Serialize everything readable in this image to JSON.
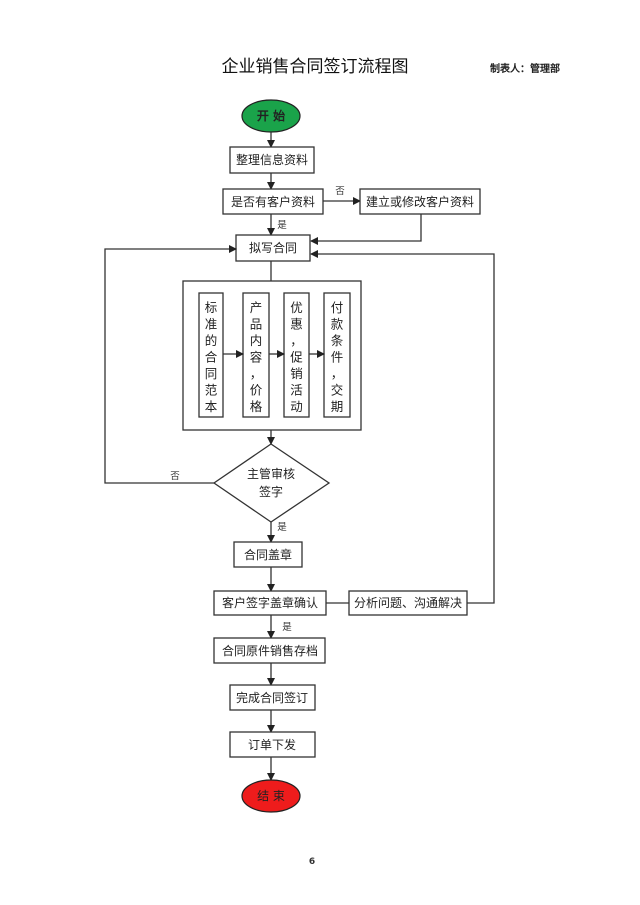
{
  "header": {
    "title": "企业销售合同签订流程图",
    "maker": "制表人：管理部"
  },
  "colors": {
    "start": "#1aa34a",
    "end": "#ee1c1c",
    "stroke": "#333333"
  },
  "nodes": {
    "start": "开 始",
    "organize_info": "整理信息资料",
    "has_client_info": "是否有客户资料",
    "create_client_info": "建立或修改客户资料",
    "draft_contract": "拟写合同",
    "sub_steps": [
      {
        "chars": [
          "标",
          "准",
          "的",
          "合",
          "同",
          "范",
          "本"
        ]
      },
      {
        "chars": [
          "产",
          "品",
          "内",
          "容",
          "，",
          "价",
          "格"
        ]
      },
      {
        "chars": [
          "优",
          "惠",
          "，",
          "促",
          "销",
          "活",
          "动"
        ]
      },
      {
        "chars": [
          "付",
          "款",
          "条",
          "件",
          "，",
          "交",
          "期"
        ]
      }
    ],
    "manager_review_line1": "主管审核",
    "manager_review_line2": "签字",
    "stamp_contract": "合同盖章",
    "client_confirm": "客户签字盖章确认",
    "analyze_issue": "分析问题、沟通解决",
    "archive": "合同原件销售存档",
    "complete": "完成合同签订",
    "issue_order": "订单下发",
    "end": "结 束"
  },
  "labels": {
    "no_client_info": "否",
    "yes_client_info": "是",
    "review_no": "否",
    "review_yes": "是",
    "confirm_yes": "是"
  },
  "footer": {
    "page_number": "6"
  }
}
